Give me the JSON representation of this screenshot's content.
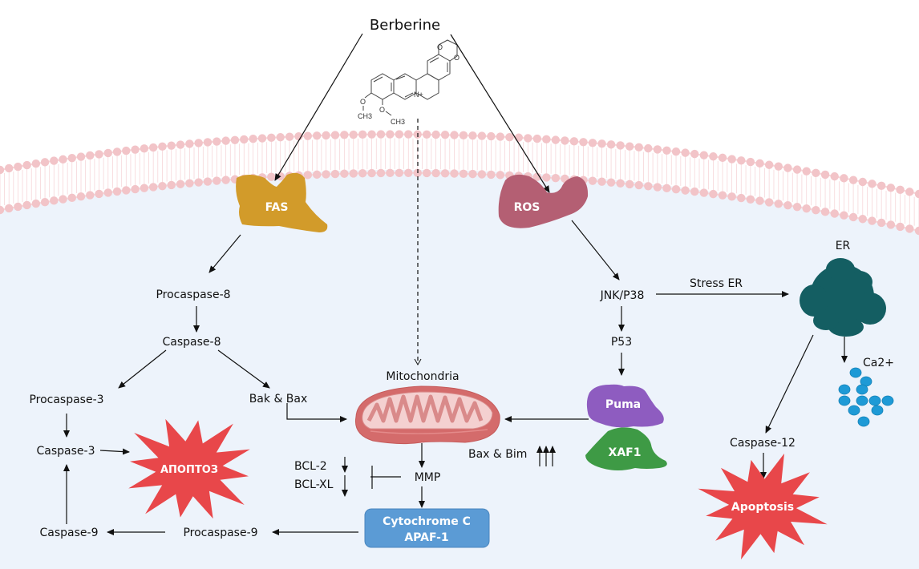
{
  "title": "Berberine",
  "colors": {
    "cytoplasm": "#edf3fb",
    "membrane_head": "#f2c4c8",
    "membrane_tail": "#f6d6d9",
    "fas": "#d29b2a",
    "ros": "#b45f73",
    "puma": "#8e5cc0",
    "xaf1": "#3e9a45",
    "er": "#145e62",
    "calcium": "#1e9ad6",
    "burst": "#e8474a",
    "cyto_box": "#5b9bd5",
    "mito_outer": "#d46b6b",
    "mito_inner": "#f4d0d0"
  },
  "molecule": {
    "atoms": [
      "O",
      "O",
      "N+",
      "O",
      "CH3",
      "O",
      "CH3"
    ]
  },
  "nodes": {
    "fas": "FAS",
    "ros": "ROS",
    "procaspase8": "Procaspase-8",
    "caspase8": "Caspase-8",
    "procaspase3": "Procaspase-3",
    "bak_bax": "Bak & Bax",
    "caspase3": "Caspase-3",
    "apoptosis_ru": "АПОПТОЗ",
    "mitochondria": "Mitochondria",
    "bcl2": "BCL-2",
    "bclxl": "BCL-XL",
    "mmp": "MMP",
    "cytochrome_c": "Cytochrome C",
    "apaf1": "APAF-1",
    "procaspase9": "Procaspase-9",
    "caspase9": "Caspase-9",
    "jnk_p38": "JNK/P38",
    "p53": "P53",
    "puma": "Puma",
    "xaf1": "XAF1",
    "bax_bim": "Bax & Bim",
    "stress_er": "Stress ER",
    "er": "ER",
    "ca2": "Ca2+",
    "caspase12": "Caspase-12",
    "apoptosis_en": "Apoptosis"
  }
}
